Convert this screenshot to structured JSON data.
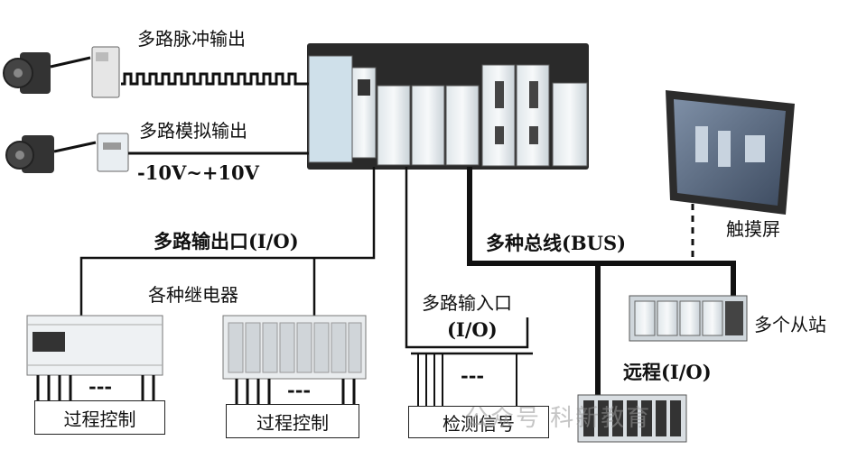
{
  "labels": {
    "pulse_output": "多路脉冲输出",
    "analog_output": "多路模拟输出",
    "voltage_range": "-10V~+10V",
    "output_port": "多路输出口(I/O)",
    "relays": "各种继电器",
    "input_port_line1": "多路输入口",
    "input_port_line2": "(I/O)",
    "bus": "多种总线(BUS)",
    "touchscreen": "触摸屏",
    "slave_stations": "多个从站",
    "remote_io": "远程(I/O)",
    "dashes": "---"
  },
  "boxes": {
    "process_control_1": "过程控制",
    "process_control_2": "过程控制",
    "detection_signal": "检测信号"
  },
  "watermark": "公众号  科新教育"
}
